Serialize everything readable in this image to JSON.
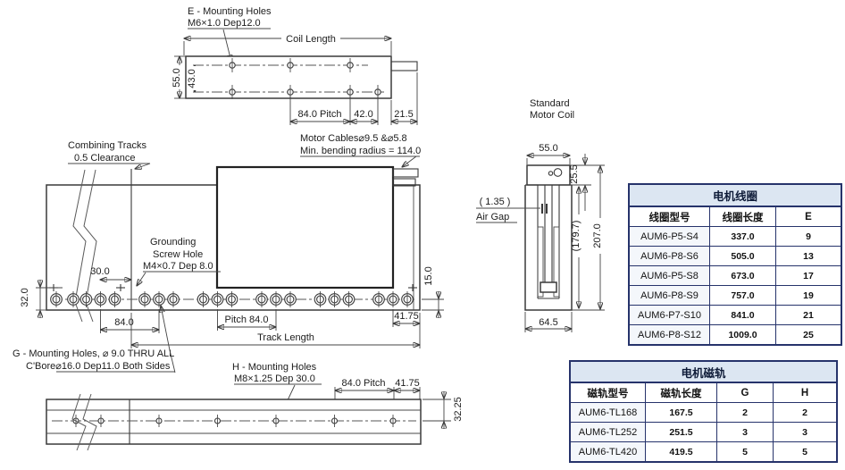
{
  "drawing": {
    "top_view": {
      "e_label_1": "E - Mounting Holes",
      "e_label_2": "M6×1.0  Dep12.0",
      "coil_length": "Coil Length",
      "d55": "55.0",
      "d43": "43.0",
      "pitch": "84.0 Pitch",
      "d42": "42.0",
      "d21_5": "21.5"
    },
    "track_view": {
      "comb1": "Combining Tracks",
      "comb2": "0.5 Clearance",
      "cables1": "Motor Cables⌀9.5 &⌀5.8",
      "cables2": "Min. bending radius = 114.0",
      "gr1": "Grounding",
      "gr2": "Screw Hole",
      "gr3": "M4×0.7 Dep 8.0",
      "d30": "30.0",
      "d84": "84.0",
      "pitch": "Pitch 84.0",
      "d41_75": "41.75",
      "track_length": "Track Length",
      "d15": "15.0",
      "d32": "32.0",
      "g1": "G - Mounting Holes, ⌀ 9.0 THRU ALL",
      "g2": "C'Bore⌀16.0 Dep11.0 Both Sides"
    },
    "bottom_view": {
      "h1": "H - Mounting Holes",
      "h2": "M8×1.25 Dep 30.0",
      "pitch": "84.0 Pitch",
      "d41_75": "41.75",
      "d32_25": "32.25"
    },
    "cross_section": {
      "std1": "Standard",
      "std2": "Motor Coil",
      "d55": "55.0",
      "d25_5": "25.5",
      "gap_val": "( 1.35 )",
      "gap_lbl": "Air Gap",
      "d179_7": "(179.7)",
      "d207": "207.0",
      "d64_5": "64.5"
    }
  },
  "tables": {
    "coil": {
      "title": "电机线圈",
      "headers": [
        "线圈型号",
        "线圈长度",
        "E"
      ],
      "rows": [
        [
          "AUM6-P5-S4",
          "337.0",
          "9"
        ],
        [
          "AUM6-P8-S6",
          "505.0",
          "13"
        ],
        [
          "AUM6-P5-S8",
          "673.0",
          "17"
        ],
        [
          "AUM6-P8-S9",
          "757.0",
          "19"
        ],
        [
          "AUM6-P7-S10",
          "841.0",
          "21"
        ],
        [
          "AUM6-P8-S12",
          "1009.0",
          "25"
        ]
      ]
    },
    "magnet": {
      "title": "电机磁轨",
      "headers": [
        "磁轨型号",
        "磁轨长度",
        "G",
        "H"
      ],
      "rows": [
        [
          "AUM6-TL168",
          "167.5",
          "2",
          "2"
        ],
        [
          "AUM6-TL252",
          "251.5",
          "3",
          "3"
        ],
        [
          "AUM6-TL420",
          "419.5",
          "5",
          "5"
        ]
      ]
    }
  },
  "colors": {
    "table_border": "#26336b",
    "table_header_bg": "#dce6f2",
    "line": "#3a3a3a"
  }
}
